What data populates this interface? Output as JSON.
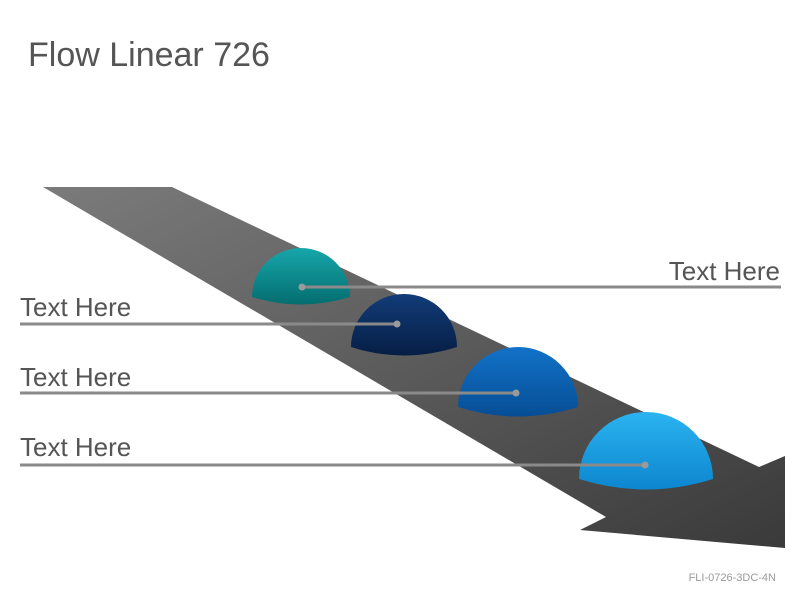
{
  "title": "Flow Linear 726",
  "labels": [
    "Text Here",
    "Text Here",
    "Text Here",
    "Text Here"
  ],
  "code": "FLI-0726-3DC-4N",
  "colors": {
    "arrow": "#555555",
    "dome1": "#0a8f93",
    "dome2": "#0a2f63",
    "dome3": "#0a62b2",
    "dome4": "#14a0e6",
    "line": "#8a8a8a"
  }
}
